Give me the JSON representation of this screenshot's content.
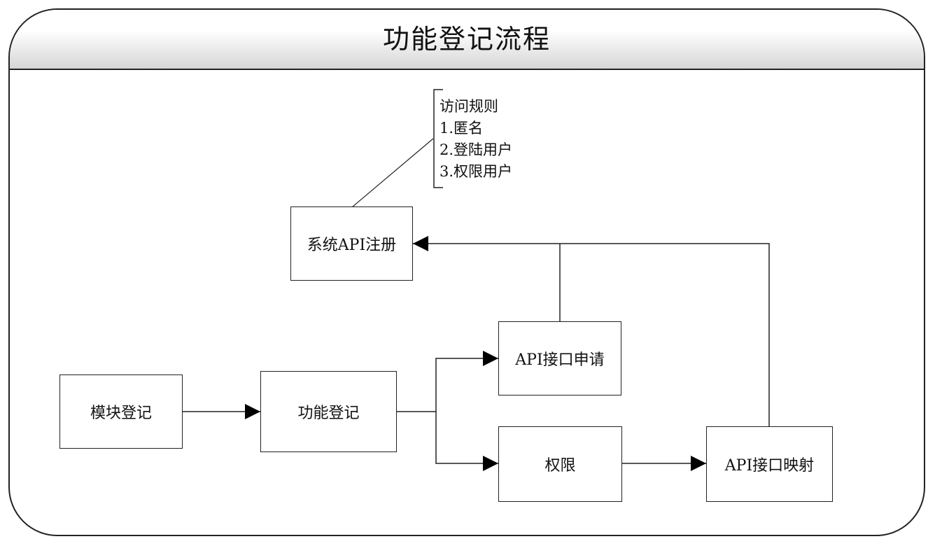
{
  "title": "功能登记流程",
  "nodes": {
    "module": "模块登记",
    "function": "功能登记",
    "api_apply": "API接口申请",
    "permission": "权限",
    "api_map": "API接口映射",
    "system_api": "系统API注册"
  },
  "note": {
    "heading": "访问规则",
    "items": [
      "1.匿名",
      "2.登陆用户",
      "3.权限用户"
    ]
  }
}
